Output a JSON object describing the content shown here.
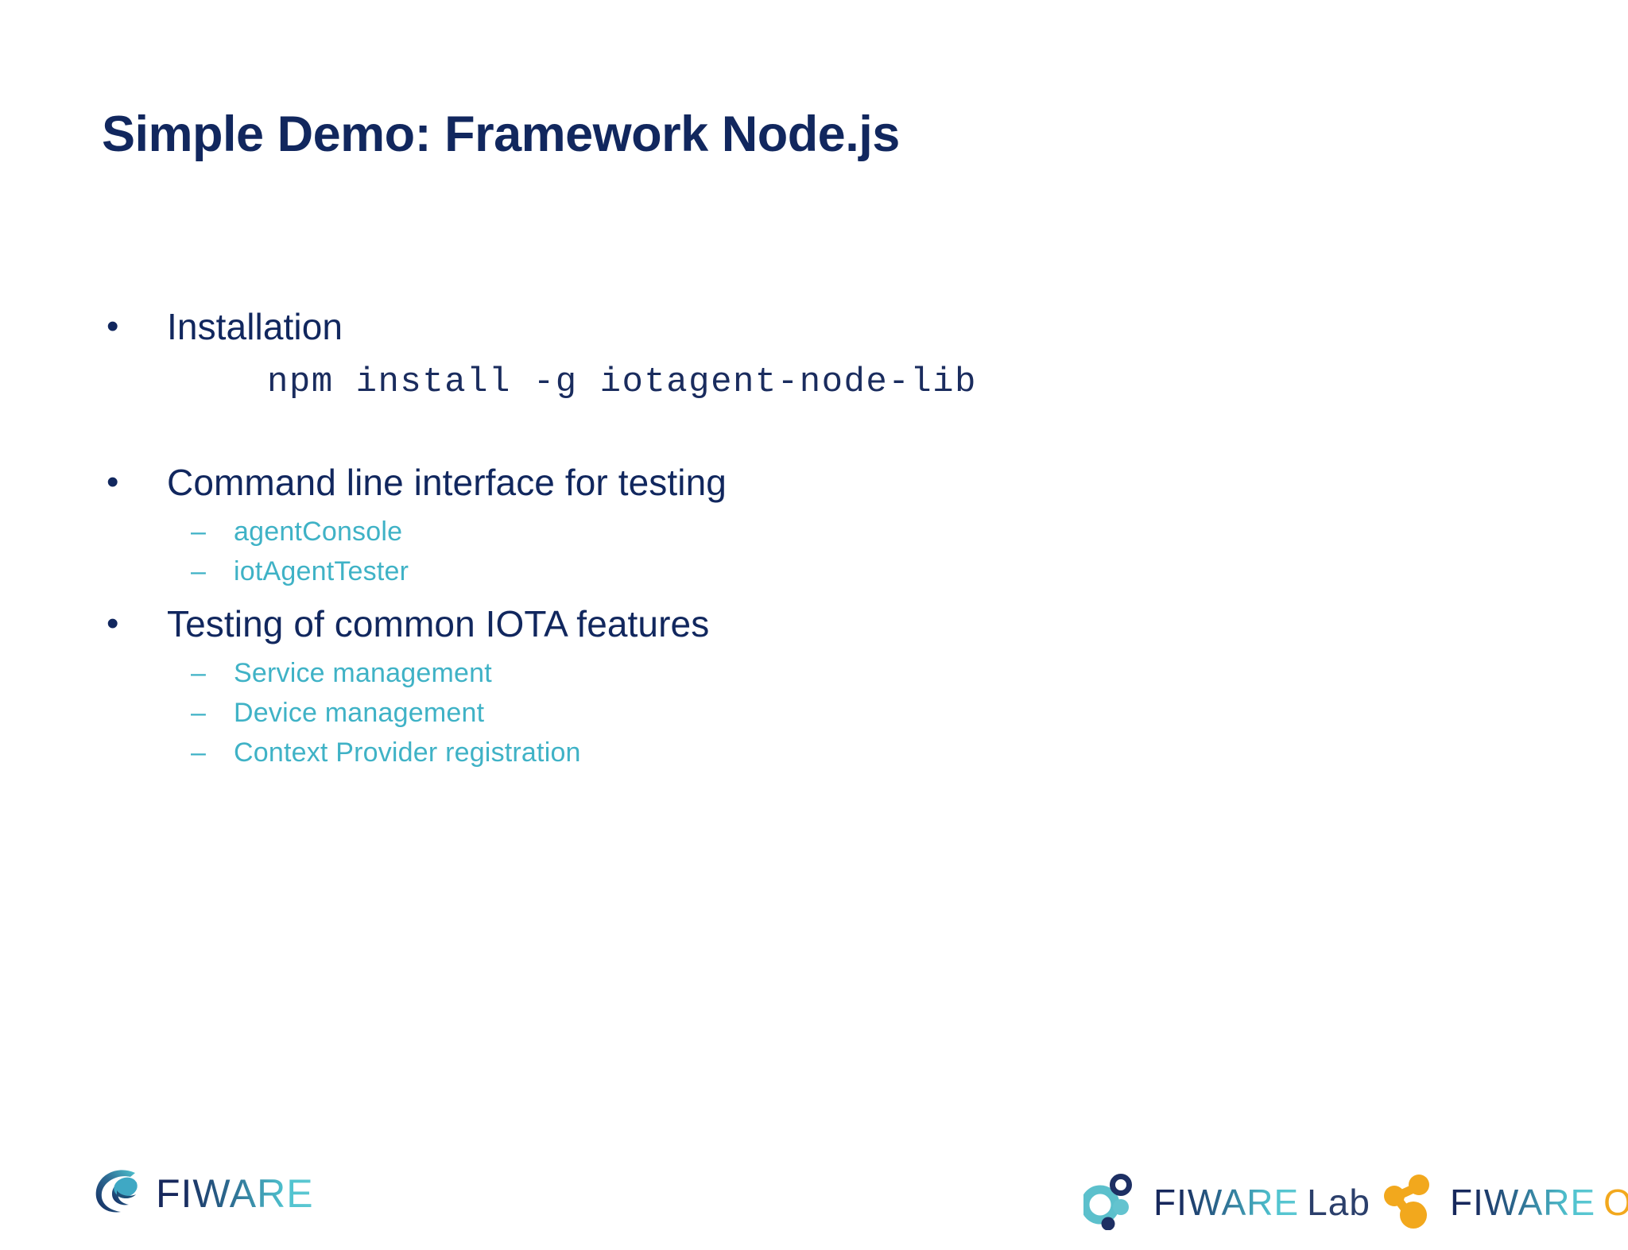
{
  "slide": {
    "title": "Simple Demo: Framework Node.js",
    "background_color": "#ffffff",
    "title_color": "#11275e",
    "level1_color": "#11275e",
    "level2_color": "#3fb2c6",
    "code_color": "#1a2c5e",
    "bullet_glyph": "•",
    "dash_glyph": "–"
  },
  "body": {
    "sections": [
      {
        "heading": "Installation",
        "code": "npm install -g iotagent-node-lib",
        "sub_items": []
      },
      {
        "heading": "Command line interface for testing",
        "code": null,
        "sub_items": [
          "agentConsole",
          "iotAgentTester"
        ]
      },
      {
        "heading": "Testing of common IOTA features",
        "code": null,
        "sub_items": [
          "Service management",
          "Device management",
          "Context Provider registration"
        ]
      }
    ]
  },
  "logos": {
    "main": {
      "wordmark": "FIWARE",
      "icon": "fiware-swirl-icon"
    },
    "lab": {
      "wordmark": "FIWARE",
      "suffix": "Lab",
      "icon": "fiware-lab-circles-icon"
    },
    "ops": {
      "wordmark": "FIWARE",
      "suffix": "Ops",
      "icon": "fiware-ops-nodes-icon",
      "accent_color": "#f2a81d"
    }
  }
}
